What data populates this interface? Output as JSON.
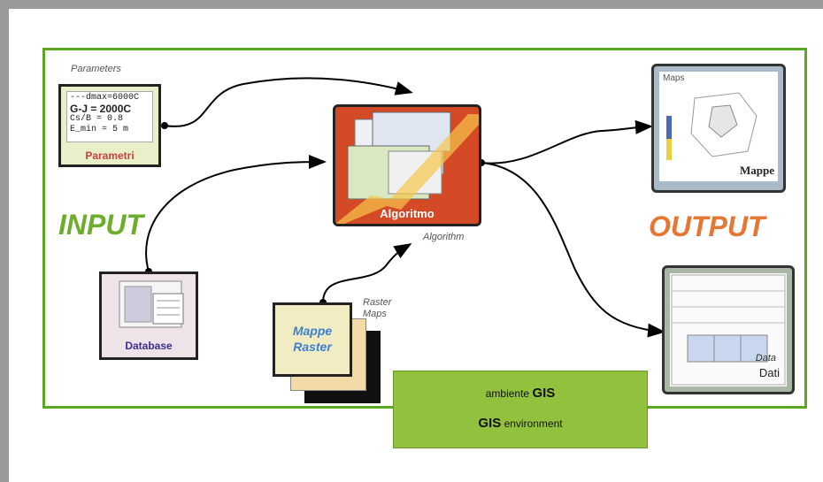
{
  "labels": {
    "parameters": "Parameters",
    "input": "INPUT",
    "output": "OUTPUT",
    "algorithm": "Algorithm",
    "raster_en_1": "Raster",
    "raster_en_2": "Maps"
  },
  "parametri": {
    "line1": "---dmax=6000C",
    "line2": "G-J = 2000C",
    "line3": "Cs/B = 0.8",
    "line4": "E_min = 5 m",
    "caption": "Parametri"
  },
  "algoritmo": {
    "caption": "Algoritmo"
  },
  "database": {
    "caption": "Database"
  },
  "raster": {
    "line1": "Mappe",
    "line2": "Raster"
  },
  "mappe": {
    "small": "Maps",
    "caption": "Mappe"
  },
  "dati": {
    "small": "Data",
    "caption": "Dati"
  },
  "gis": {
    "line1_a": "ambiente",
    "line1_b": "GIS",
    "line2_a": "GIS",
    "line2_b": "environment"
  },
  "colors": {
    "frame": "#9a9a9a",
    "green_border": "#5aa821",
    "input": "#6cae2c",
    "output": "#e67633",
    "algo_fill": "#d44a27",
    "gis_fill": "#92c23d"
  }
}
